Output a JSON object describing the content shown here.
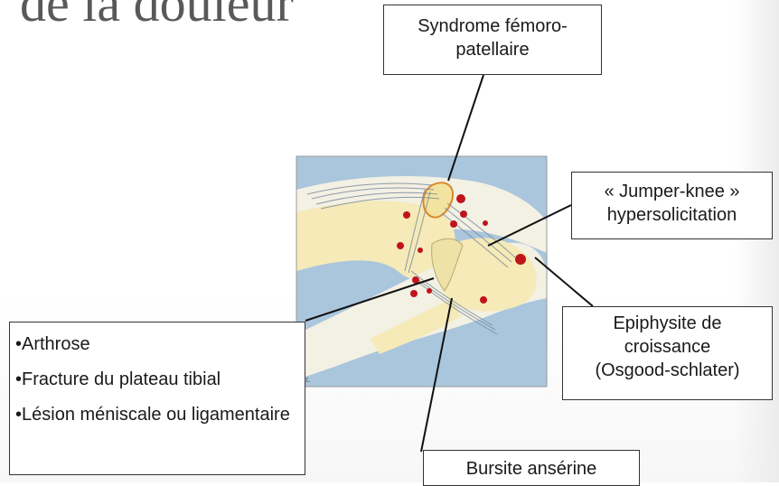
{
  "title": "de la douleur",
  "labels": {
    "femoro_patellaire": [
      "Syndrome fémoro-",
      "patellaire"
    ],
    "jumper_knee": [
      "« Jumper-knee »",
      "hypersolicitation"
    ],
    "epiphysite": [
      "Epiphysite de",
      "croissance",
      "(Osgood-schlater)"
    ],
    "bursite": "Bursite ansérine"
  },
  "list": [
    "•Arthrose",
    "•Fracture du plateau tibial",
    "•Lésion méniscale ou ligamentaire"
  ],
  "illustration": {
    "signature": "at.",
    "colors": {
      "background": "#a9c6dc",
      "bone": "#f5eab8",
      "marker": "#c0141c"
    }
  }
}
